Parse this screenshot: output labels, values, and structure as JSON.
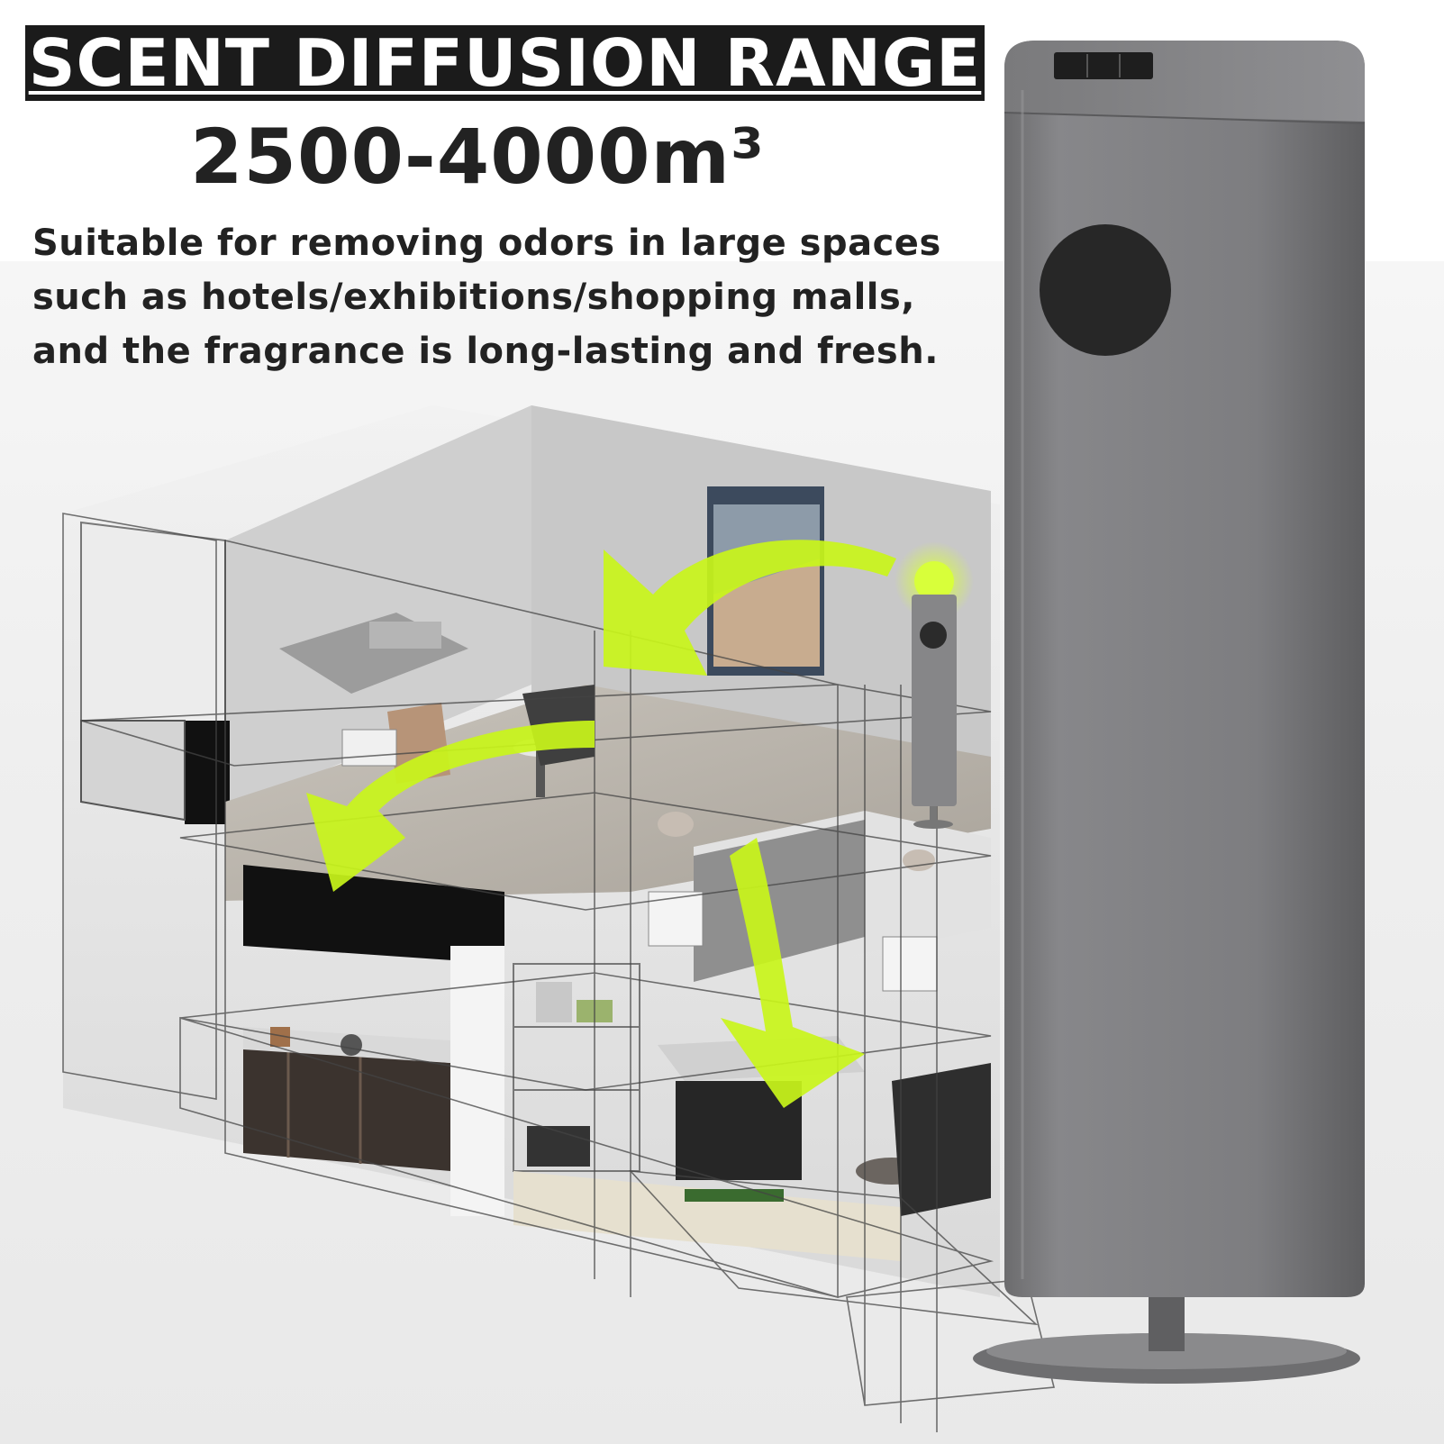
{
  "headline": "SCENT DIFFUSION RANGE",
  "range_value": "2500-4000m³",
  "description_lines": [
    "Suitable for removing odors in large spaces",
    "such as hotels/exhibitions/shopping malls,",
    "and the fragrance is long-lasting and fresh."
  ],
  "colors": {
    "headline_bg": "#1b1b1b",
    "headline_text": "#ffffff",
    "body_text": "#222222",
    "arrow_green": "#c9f51a",
    "device_body": "#7b7b7d"
  },
  "icons": [
    "scent-flow-arrow",
    "aroma-diffuser-device"
  ]
}
